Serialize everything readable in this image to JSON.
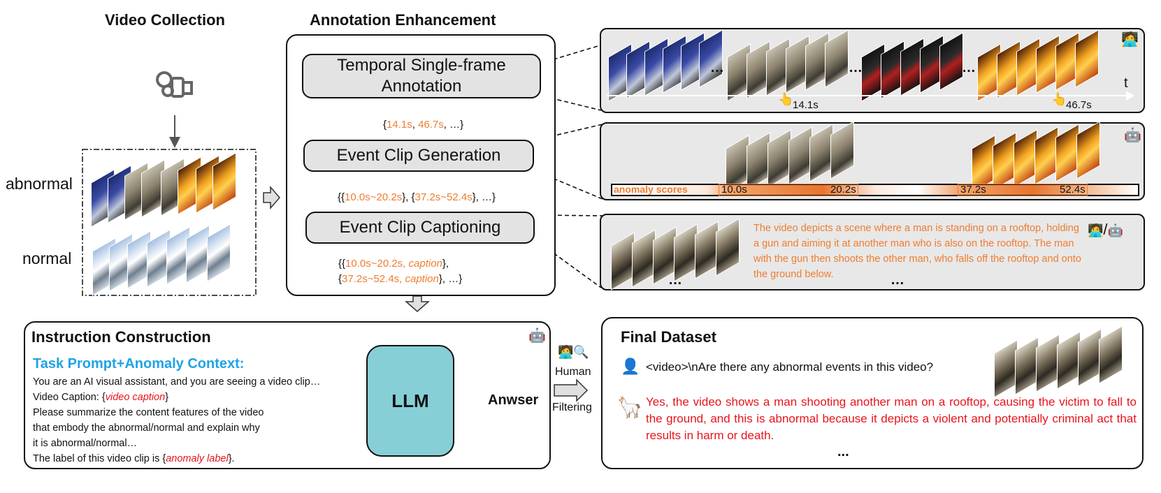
{
  "video_collection": {
    "title": "Video Collection",
    "label_abnormal": "abnormal",
    "label_normal": "normal"
  },
  "annotation_enhancement": {
    "title": "Annotation Enhancement",
    "step1": {
      "line1": "Temporal Single-frame",
      "line2": "Annotation"
    },
    "step1_out": {
      "open": "{",
      "t1": "14.1s",
      "sep": ", ",
      "t2": "46.7s",
      "close": ", …}"
    },
    "step2": "Event Clip Generation",
    "step2_out": {
      "open": "{{",
      "r1": "10.0s~20.2s",
      "mid": "}, {",
      "r2": "37.2s~52.4s",
      "close": "}, …}"
    },
    "step3": "Event Clip Captioning",
    "step3_out": {
      "l1_open": "{{",
      "l1_r": "10.0s~20.2s, ",
      "l1_cap": "caption",
      "l1_close": "},",
      "l2_open": "{",
      "l2_r": "37.2s~52.4s, ",
      "l2_cap": "caption",
      "l2_close": "}, …}"
    }
  },
  "panel_timeline": {
    "ellipsis": "…",
    "axis_label": "t",
    "marker1": "14.1s",
    "marker2": "46.7s"
  },
  "panel_clips": {
    "score_label": "anomaly scores",
    "clip1_start": "10.0s",
    "clip1_end": "20.2s",
    "clip2_start": "37.2s",
    "clip2_end": "52.4s"
  },
  "panel_caption": {
    "text": "The video depicts a scene where a man is standing on a rooftop, holding a gun and aiming it at another man who is also on the rooftop. The man with the gun then shoots the other man, who falls off the rooftop and onto the ground below.",
    "ellipsis": "…",
    "slash": "/"
  },
  "instruction": {
    "title": "Instruction Construction",
    "subtitle": "Task Prompt+Anomaly Context:",
    "line1": "You are an AI visual assistant, and you are seeing a video clip…",
    "line2_pre": "Video Caption: {",
    "line2_var": "video caption",
    "line2_post": "}",
    "line3": "Please summarize the content features of the video",
    "line4": "that embody the abnormal/normal and explain why",
    "line5": "it is abnormal/normal…",
    "line6_pre": "The label of this video clip is {",
    "line6_var": "anomaly label",
    "line6_post": "}.",
    "llm": "LLM",
    "answer": "Anwser"
  },
  "filter": {
    "line1": "Human",
    "line2": "Filtering"
  },
  "final": {
    "title": "Final Dataset",
    "question": "<video>\\nAre there any abnormal events in this video?",
    "answer": "Yes, the video shows a man shooting another man on a rooftop, causing the victim to fall to the ground, and this is abnormal because it depicts a violent and potentially criminal act that results in harm or death.",
    "ellipsis": "..."
  },
  "colors": {
    "orange": "#ee7d31",
    "red": "#e8141b",
    "blue": "#1fa3e6",
    "llm_fill": "#86cfd6"
  },
  "icons": [
    "camcorder-icon",
    "robot-icon",
    "human-icon",
    "magnifier-icon",
    "user-icon",
    "llama-icon",
    "pin-icon"
  ]
}
